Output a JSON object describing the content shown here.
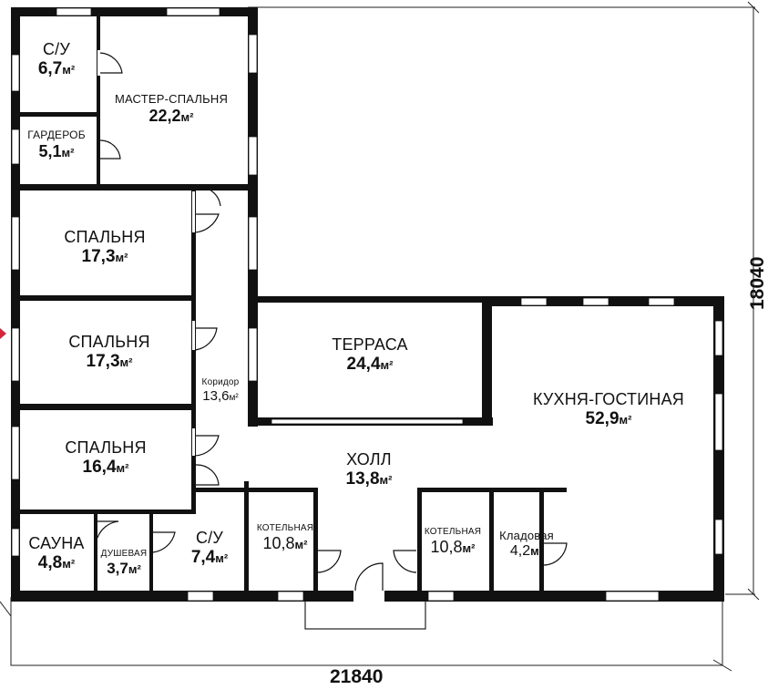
{
  "dimensions": {
    "width": "21840",
    "height": "18040"
  },
  "area_unit": "м²",
  "rooms": [
    {
      "id": "su1",
      "name": "С/У",
      "area": "6,7"
    },
    {
      "id": "master",
      "name": "МАСТЕР-СПАЛЬНЯ",
      "area": "22,2"
    },
    {
      "id": "wardrobe",
      "name": "ГАРДЕРОБ",
      "area": "5,1"
    },
    {
      "id": "bed1",
      "name": "СПАЛЬНЯ",
      "area": "17,3"
    },
    {
      "id": "bed2",
      "name": "СПАЛЬНЯ",
      "area": "17,3"
    },
    {
      "id": "corridor",
      "name": "Коридор",
      "area": "13,6"
    },
    {
      "id": "terrace",
      "name": "ТЕРРАСА",
      "area": "24,4"
    },
    {
      "id": "kitchen",
      "name": "КУХНЯ-ГОСТИНАЯ",
      "area": "52,9"
    },
    {
      "id": "bed3",
      "name": "СПАЛЬНЯ",
      "area": "16,4"
    },
    {
      "id": "hall",
      "name": "ХОЛЛ",
      "area": "13,8"
    },
    {
      "id": "sauna",
      "name": "САУНА",
      "area": "4,8"
    },
    {
      "id": "shower",
      "name": "ДУШЕВАЯ",
      "area": "3,7"
    },
    {
      "id": "su2",
      "name": "С/У",
      "area": "7,4"
    },
    {
      "id": "boiler1",
      "name": "КОТЕЛЬНАЯ",
      "area": "10,8"
    },
    {
      "id": "boiler2",
      "name": "КОТЕЛЬНАЯ",
      "area": "10,8"
    },
    {
      "id": "pantry",
      "name": "Кладовая",
      "area": "4,2"
    }
  ]
}
